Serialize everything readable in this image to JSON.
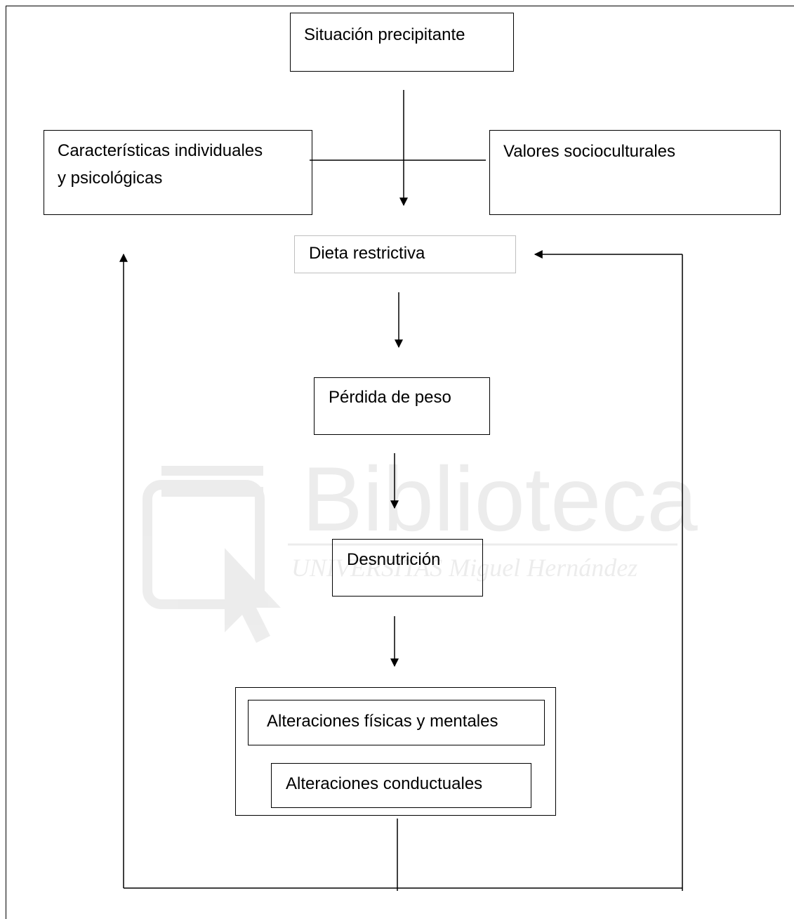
{
  "diagram": {
    "nodes": {
      "situacion": "Situación precipitante",
      "caracteristicas_line1": "Características individuales",
      "caracteristicas_line2": "y psicológicas",
      "valores": "Valores socioculturales",
      "dieta": "Dieta restrictiva",
      "perdida": "Pérdida de peso",
      "desnutricion": "Desnutrición",
      "fisicas": "Alteraciones físicas y mentales",
      "conductuales": "Alteraciones conductuales"
    },
    "watermark": {
      "word": "Biblioteca",
      "subtitle": "UNIVERSITAS Miguel Hernández"
    }
  }
}
